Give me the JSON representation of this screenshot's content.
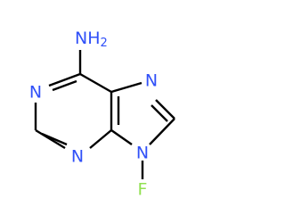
{
  "molecule": {
    "colors": {
      "nitrogen": "#3050F8",
      "fluorine": "#90E050",
      "bond": "#000000"
    },
    "atoms": [
      {
        "id": "n1",
        "element": "N",
        "label": "N"
      },
      {
        "id": "n3",
        "element": "N",
        "label": "N"
      },
      {
        "id": "n7",
        "element": "N",
        "label": "N"
      },
      {
        "id": "n9",
        "element": "N",
        "label": "N"
      },
      {
        "id": "f",
        "element": "F",
        "label": "F"
      },
      {
        "id": "nh2",
        "element": "N",
        "label": "NH",
        "subscript": "2"
      }
    ]
  }
}
